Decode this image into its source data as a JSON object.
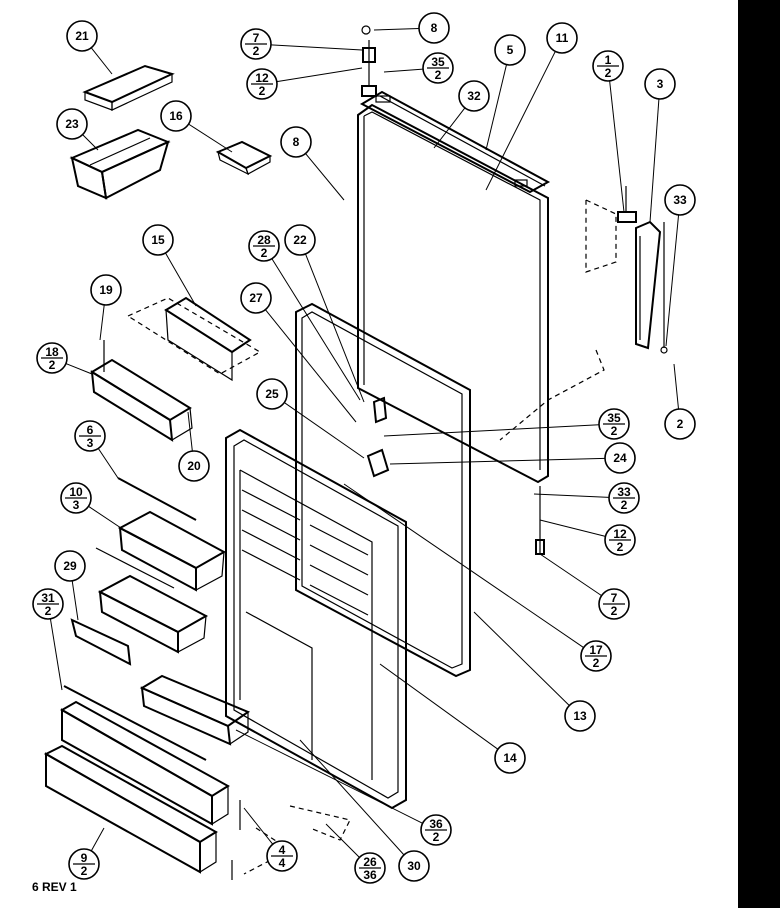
{
  "footer_text": "6 REV 1",
  "callouts": [
    {
      "id": "c21",
      "top": "21",
      "bottom": ""
    },
    {
      "id": "c23",
      "top": "23",
      "bottom": ""
    },
    {
      "id": "c16",
      "top": "16",
      "bottom": ""
    },
    {
      "id": "c7a",
      "top": "7",
      "bottom": "2"
    },
    {
      "id": "c12a",
      "top": "12",
      "bottom": "2"
    },
    {
      "id": "c8a",
      "top": "8",
      "bottom": ""
    },
    {
      "id": "c35a",
      "top": "35",
      "bottom": "2"
    },
    {
      "id": "c5",
      "top": "5",
      "bottom": ""
    },
    {
      "id": "c11",
      "top": "11",
      "bottom": ""
    },
    {
      "id": "c32",
      "top": "32",
      "bottom": ""
    },
    {
      "id": "c8b",
      "top": "8",
      "bottom": ""
    },
    {
      "id": "c1",
      "top": "1",
      "bottom": "2"
    },
    {
      "id": "c3",
      "top": "3",
      "bottom": ""
    },
    {
      "id": "c33a",
      "top": "33",
      "bottom": ""
    },
    {
      "id": "c15",
      "top": "15",
      "bottom": ""
    },
    {
      "id": "c28",
      "top": "28",
      "bottom": "2"
    },
    {
      "id": "c22",
      "top": "22",
      "bottom": ""
    },
    {
      "id": "c27",
      "top": "27",
      "bottom": ""
    },
    {
      "id": "c19",
      "top": "19",
      "bottom": ""
    },
    {
      "id": "c18",
      "top": "18",
      "bottom": "2"
    },
    {
      "id": "c25",
      "top": "25",
      "bottom": ""
    },
    {
      "id": "c35b",
      "top": "35",
      "bottom": "2"
    },
    {
      "id": "c2",
      "top": "2",
      "bottom": ""
    },
    {
      "id": "c6",
      "top": "6",
      "bottom": "3"
    },
    {
      "id": "c20",
      "top": "20",
      "bottom": ""
    },
    {
      "id": "c24",
      "top": "24",
      "bottom": ""
    },
    {
      "id": "c10",
      "top": "10",
      "bottom": "3"
    },
    {
      "id": "c33b",
      "top": "33",
      "bottom": "2"
    },
    {
      "id": "c12b",
      "top": "12",
      "bottom": "2"
    },
    {
      "id": "c29",
      "top": "29",
      "bottom": ""
    },
    {
      "id": "c31",
      "top": "31",
      "bottom": "2"
    },
    {
      "id": "c7b",
      "top": "7",
      "bottom": "2"
    },
    {
      "id": "c17",
      "top": "17",
      "bottom": "2"
    },
    {
      "id": "c13",
      "top": "13",
      "bottom": ""
    },
    {
      "id": "c14",
      "top": "14",
      "bottom": ""
    },
    {
      "id": "c36",
      "top": "36",
      "bottom": "2"
    },
    {
      "id": "c4",
      "top": "4",
      "bottom": "4"
    },
    {
      "id": "c26",
      "top": "26",
      "bottom": "36"
    },
    {
      "id": "c30",
      "top": "30",
      "bottom": ""
    },
    {
      "id": "c9",
      "top": "9",
      "bottom": "2"
    }
  ]
}
